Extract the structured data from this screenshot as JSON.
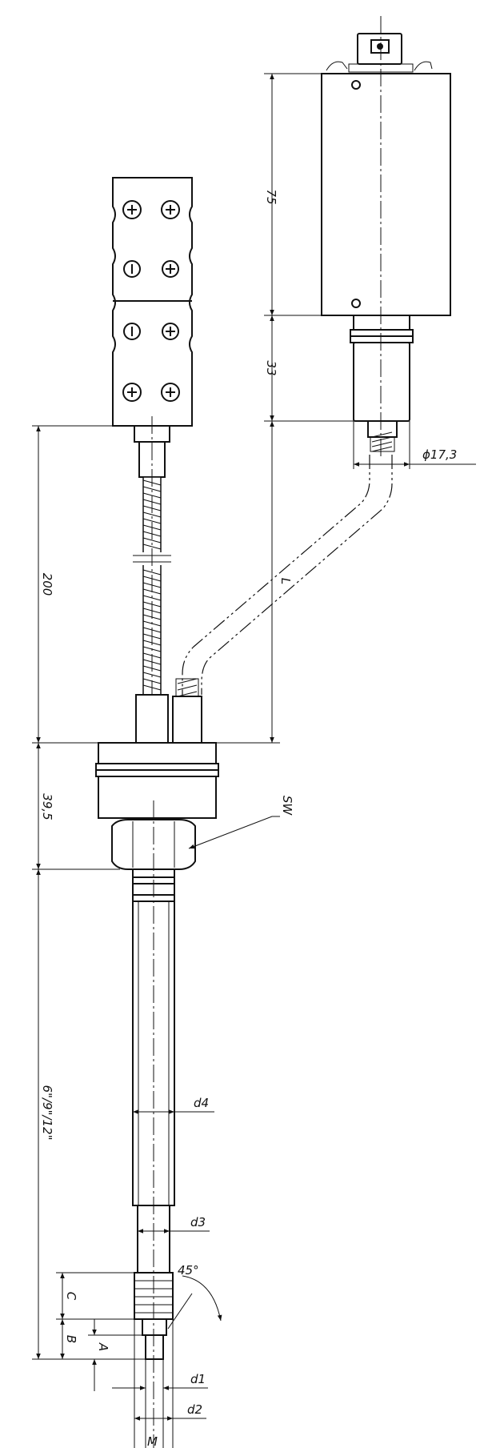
{
  "dimensions": {
    "housing_length": "75",
    "connector_length": "33",
    "connector_diameter": "ϕ17,3",
    "flex_length": "200",
    "cable_length": "L",
    "collar_length": "39,5",
    "wrench_size": "SW",
    "stem_length": "6\"/9\"/12\"",
    "d4": "d4",
    "d3": "d3",
    "angle": "45°",
    "c": "C",
    "b": "B",
    "a": "A",
    "d1": "d1",
    "d2": "d2",
    "m": "M"
  }
}
